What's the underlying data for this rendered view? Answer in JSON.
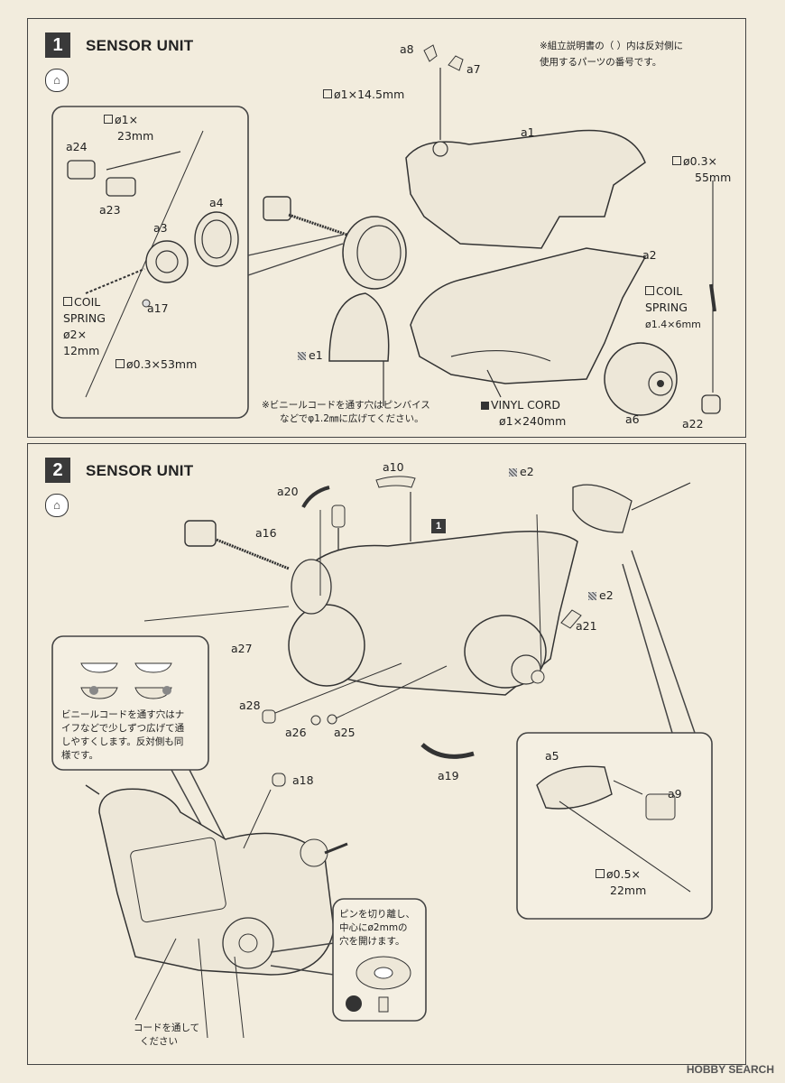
{
  "step1": {
    "number": "1",
    "title": "SENSOR UNIT",
    "note_jp": [
      "※組立説明書の（ ）内は反対側に",
      "使用するパーツの番号です。"
    ],
    "hole_note_jp": [
      "※ビニールコードを通す穴はピンバイス",
      "などでφ1.2㎜に広げてください。"
    ],
    "labels": {
      "a8": "a8",
      "a7": "a7",
      "a1": "a1",
      "a2": "a2",
      "a3": "a3",
      "a4": "a4",
      "a6": "a6",
      "a17": "a17",
      "a22": "a22",
      "a23": "a23",
      "a24": "a24",
      "e1": "e1",
      "wire1": "ø1×14.5mm",
      "wire2_l1": "ø1×",
      "wire2_l2": "23mm",
      "wire3_l1": "ø0.3×",
      "wire3_l2": "55mm",
      "wire4": "ø0.3×53mm",
      "coil_l1": "COIL",
      "coil_l2": "SPRING",
      "coil_l3": "ø2×",
      "coil_l4": "12mm",
      "coil2_l1": "COIL",
      "coil2_l2": "SPRING",
      "coil2_l3": "ø1.4×6mm",
      "vinyl_l1": "VINYL CORD",
      "vinyl_l2": "ø1×240mm"
    }
  },
  "step2": {
    "number": "2",
    "title": "SENSOR UNIT",
    "ref_box": "1",
    "labels": {
      "a10": "a10",
      "a20": "a20",
      "a16": "a16",
      "a27": "a27",
      "a28": "a28",
      "a26": "a26",
      "a25": "a25",
      "a19": "a19",
      "a21": "a21",
      "a18": "a18",
      "a5": "a5",
      "a9": "a9",
      "e2a": "e2",
      "e2b": "e2",
      "wire_l1": "ø0.5×",
      "wire_l2": "22mm"
    },
    "callout_left_jp": [
      "ビニールコードを通す穴はナ",
      "イフなどで少しずつ広げて通",
      "しやすくします。反対側も同",
      "様です。"
    ],
    "callout_pin_jp": [
      "ピンを切り離し、",
      "中心にø2mmの",
      "穴を開けます。"
    ],
    "cord_jp": [
      "コードを通して",
      "ください"
    ]
  },
  "footer": "HOBBY SEARCH"
}
